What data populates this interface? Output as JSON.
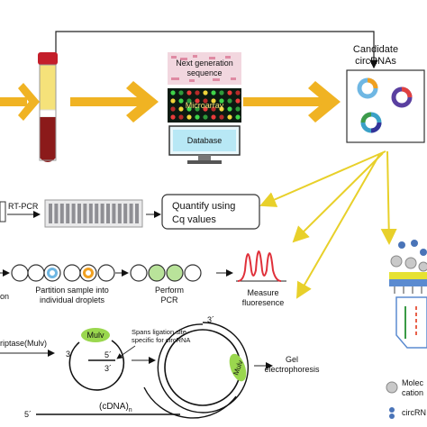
{
  "top": {
    "candidate_title": [
      "Candidate",
      "circRNAs"
    ],
    "ngs_label": [
      "Next generation",
      "sequence"
    ],
    "microarray_label": "Microarray",
    "database_label": "Database"
  },
  "row_qpcr": {
    "method": "RT-PCR",
    "result": [
      "Quantify using",
      "Cq values"
    ]
  },
  "row_ddpcr": {
    "prefix": "on",
    "partition": [
      "Partition sample into",
      "individual droplets"
    ],
    "perform": [
      "Perform",
      "PCR"
    ],
    "measure": [
      "Measure",
      "fluoresence"
    ]
  },
  "row_rca": {
    "enzyme_label": "riptase(Mulv)",
    "mulv": "Mulv",
    "spans": [
      "Spans ligation site",
      "specific for circRNA"
    ],
    "gel": [
      "Gel",
      "electrophoresis"
    ],
    "cdna": "(cDNA)",
    "cdna_sub": "n",
    "three_prime_a": "3",
    "three_prime_b": "3´",
    "five_prime_a": "5´",
    "five_prime_b": "5´",
    "three_prime_c": "3´"
  },
  "legend": {
    "mole": [
      "Molec",
      "cation"
    ],
    "circ": "circRN"
  },
  "colors": {
    "arrow_orange": "#f0b323",
    "arrow_yellow": "#e8d02a",
    "blood_red": "#8b1a1a",
    "droplet_green": "#b9e39a",
    "peak_red": "#e0303a",
    "mulv_green": "#9ad74e",
    "microarray_bg": "#0c1a12"
  }
}
